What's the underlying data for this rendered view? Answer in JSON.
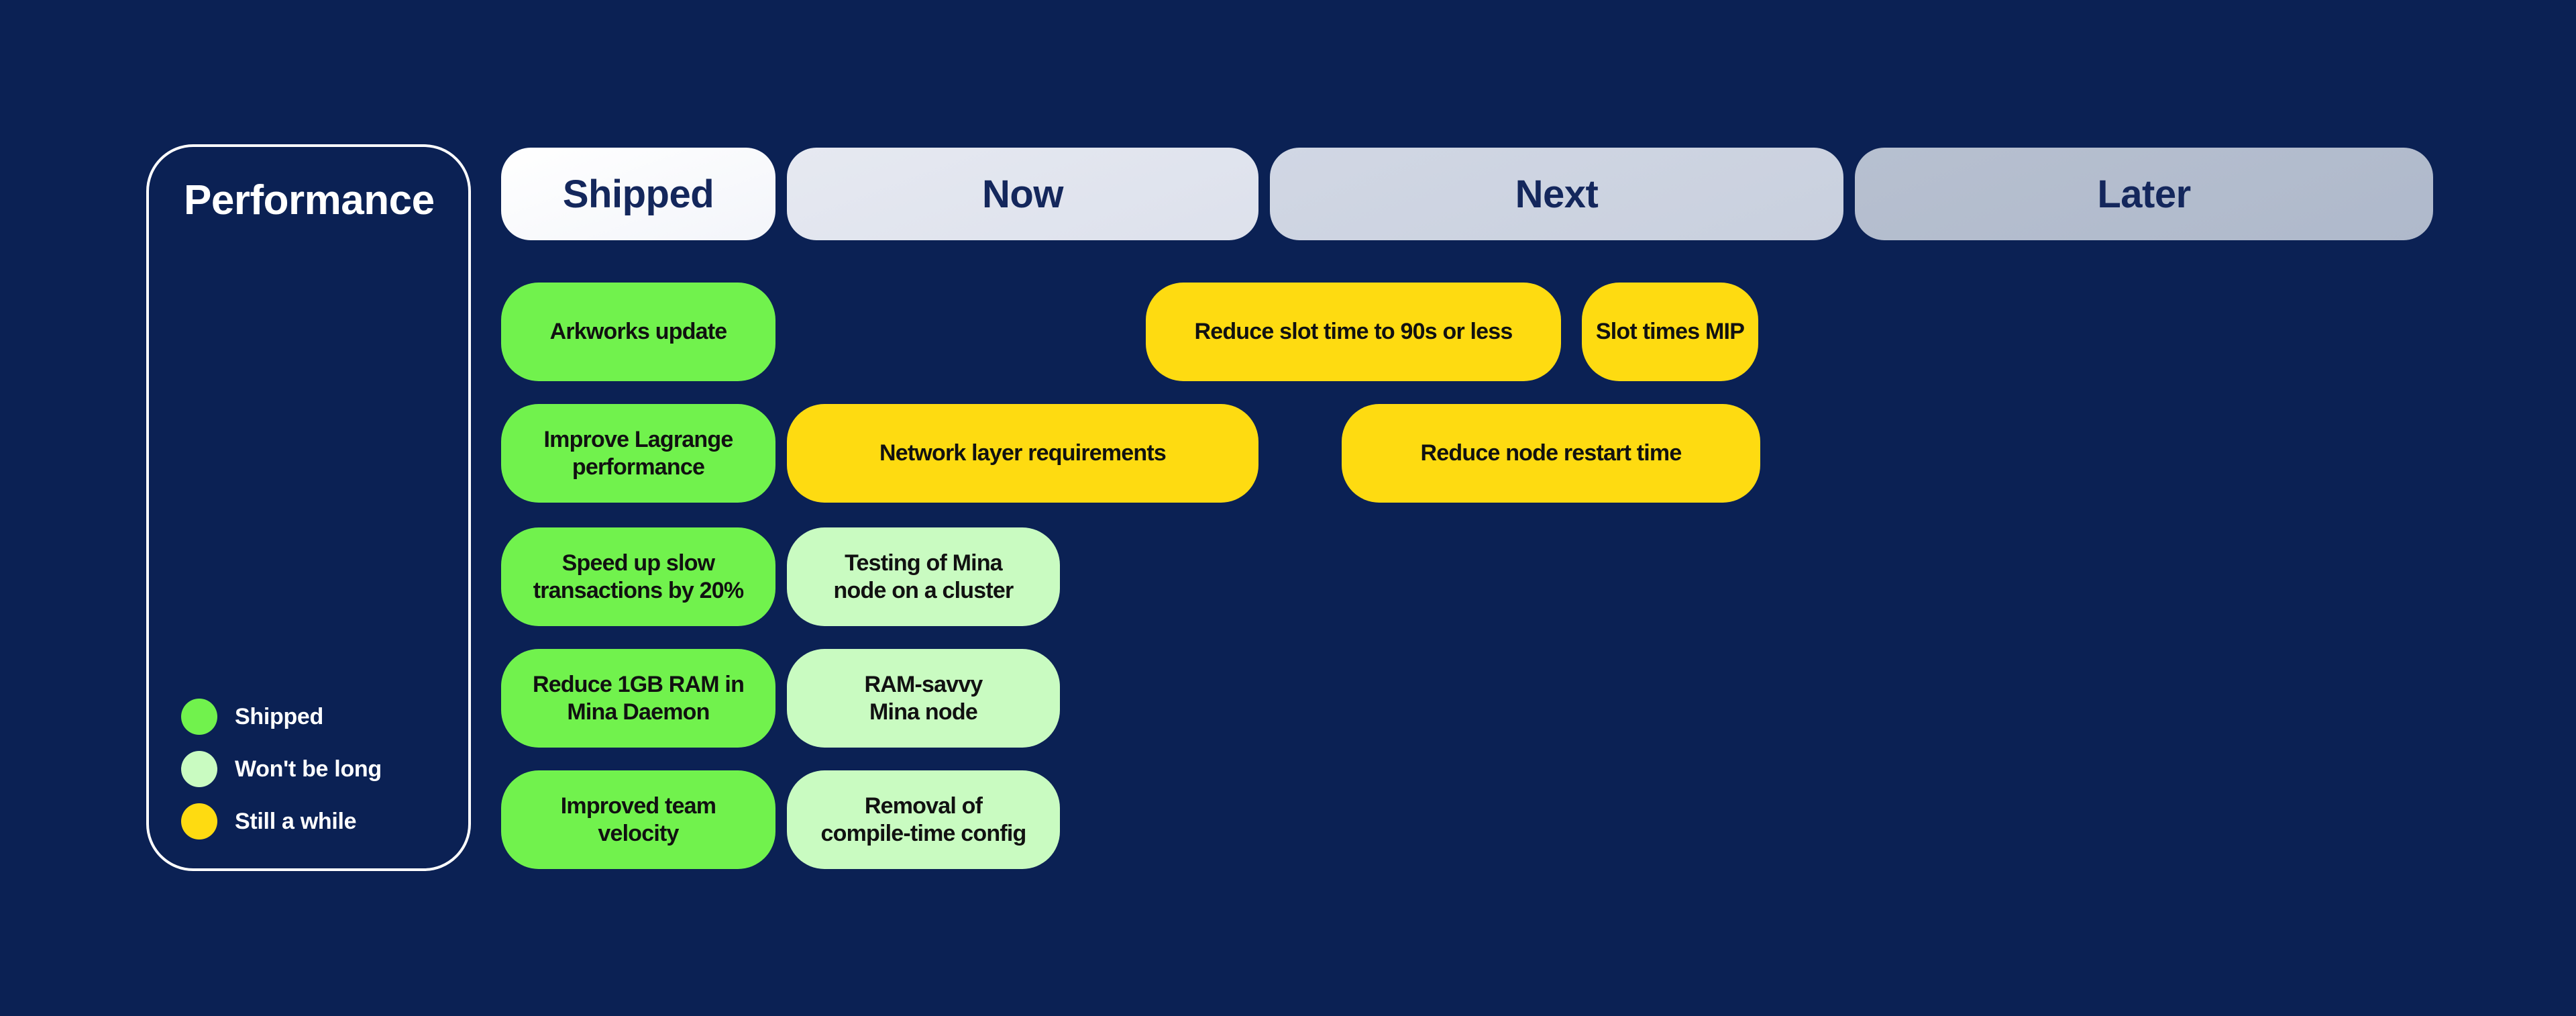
{
  "board": {
    "title": "Performance",
    "legend": [
      {
        "label": "Shipped",
        "color": "#71f24d"
      },
      {
        "label": "Won't be long",
        "color": "#c9fbc1"
      },
      {
        "label": "Still a while",
        "color": "#fedb11"
      }
    ],
    "columns": [
      {
        "label": "Shipped"
      },
      {
        "label": "Now"
      },
      {
        "label": "Next"
      },
      {
        "label": "Later"
      }
    ],
    "cards": [
      {
        "label": "Arkworks update",
        "status": "Shipped",
        "column": "Shipped"
      },
      {
        "label": "Reduce slot time to 90s or less",
        "status": "Still a while",
        "column": "Next"
      },
      {
        "label": "Slot times MIP",
        "status": "Still a while",
        "column": "Next"
      },
      {
        "label": "Improve Lagrange\nperformance",
        "status": "Shipped",
        "column": "Shipped"
      },
      {
        "label": "Network layer requirements",
        "status": "Still a while",
        "column": "Now"
      },
      {
        "label": "Reduce node restart time",
        "status": "Still a while",
        "column": "Next"
      },
      {
        "label": "Speed up slow\ntransactions by 20%",
        "status": "Shipped",
        "column": "Shipped"
      },
      {
        "label": "Testing of Mina\nnode on a cluster",
        "status": "Won't be long",
        "column": "Now"
      },
      {
        "label": "Reduce 1GB RAM in\nMina Daemon",
        "status": "Shipped",
        "column": "Shipped"
      },
      {
        "label": "RAM-savvy\nMina node",
        "status": "Won't be long",
        "column": "Now"
      },
      {
        "label": "Improved team\nvelocity",
        "status": "Shipped",
        "column": "Shipped"
      },
      {
        "label": "Removal of\ncompile-time config",
        "status": "Won't be long",
        "column": "Now"
      }
    ],
    "colors": {
      "background": "#0b2154",
      "shipped": "#71f24d",
      "wont_be_long": "#c9fbc1",
      "still_a_while": "#fedb11",
      "header_text": "#14275c",
      "card_text": "#111111"
    }
  }
}
